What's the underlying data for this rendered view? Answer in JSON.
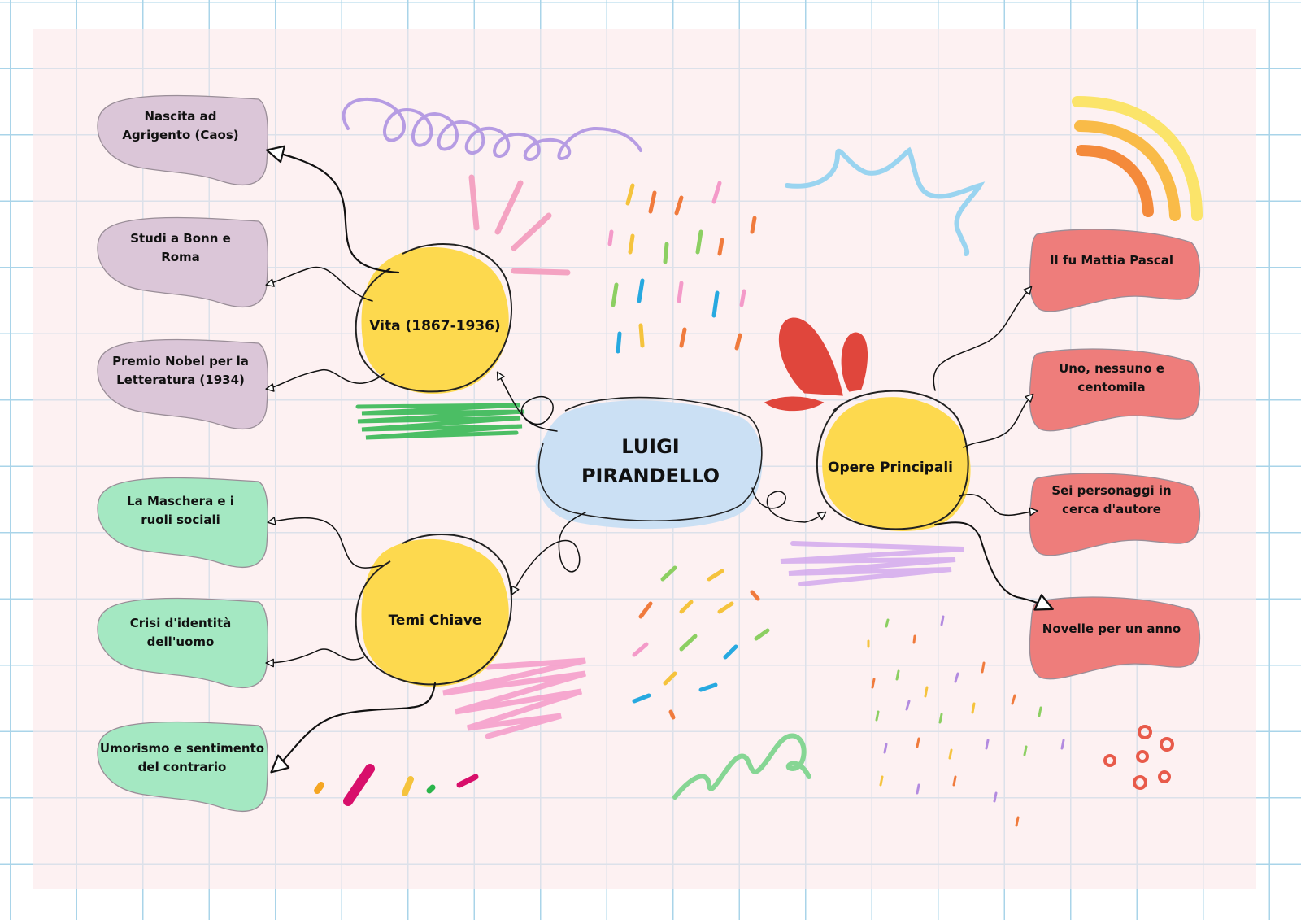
{
  "center": "LUIGI\nPIRANDELLO",
  "branches": {
    "vita": {
      "label": "Vita (1867-1936)",
      "items": [
        "Nascita ad\nAgrigento (Caos)",
        "Studi a Bonn e\nRoma",
        "Premio Nobel per la\nLetteratura (1934)"
      ]
    },
    "temi": {
      "label": "Temi Chiave",
      "items": [
        "La Maschera e i\nruoli sociali",
        "Crisi d'identità\ndell'uomo",
        "Umorismo e sentimento\ndel contrario"
      ]
    },
    "opere": {
      "label": "Opere Principali",
      "items": [
        "Il fu Mattia Pascal",
        "Uno, nessuno e\ncentomila",
        "Sei personaggi in\ncerca d'autore",
        "Novelle per un anno"
      ]
    }
  },
  "colors": {
    "center_fill": "#cbe0f4",
    "branch_fill": "#fdd94e",
    "vita_items": "#dbc6d8",
    "temi_items": "#a4e8c2",
    "opere_items": "#ee7d7b",
    "grid": "#a9d4e9",
    "sheet": "#fcecee"
  }
}
